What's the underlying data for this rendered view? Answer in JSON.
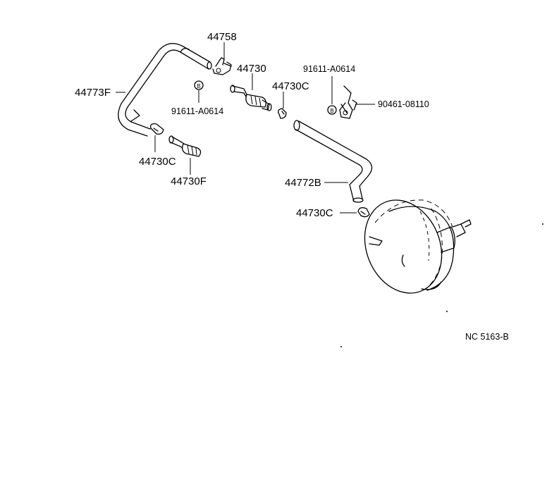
{
  "diagram": {
    "part_labels": {
      "p44758": "44758",
      "p44730": "44730",
      "p44730c_top": "44730C",
      "p44773f": "44773F",
      "p91611_left": "91611-A0614",
      "p91611_right": "91611-A0614",
      "p90461": "90461-08110",
      "p44730c_left": "44730C",
      "p44730f": "44730F",
      "p44772b": "44772B",
      "p44730c_low": "44730C"
    },
    "bolt_marker": "B",
    "figure_code": "NC  5163-B"
  }
}
